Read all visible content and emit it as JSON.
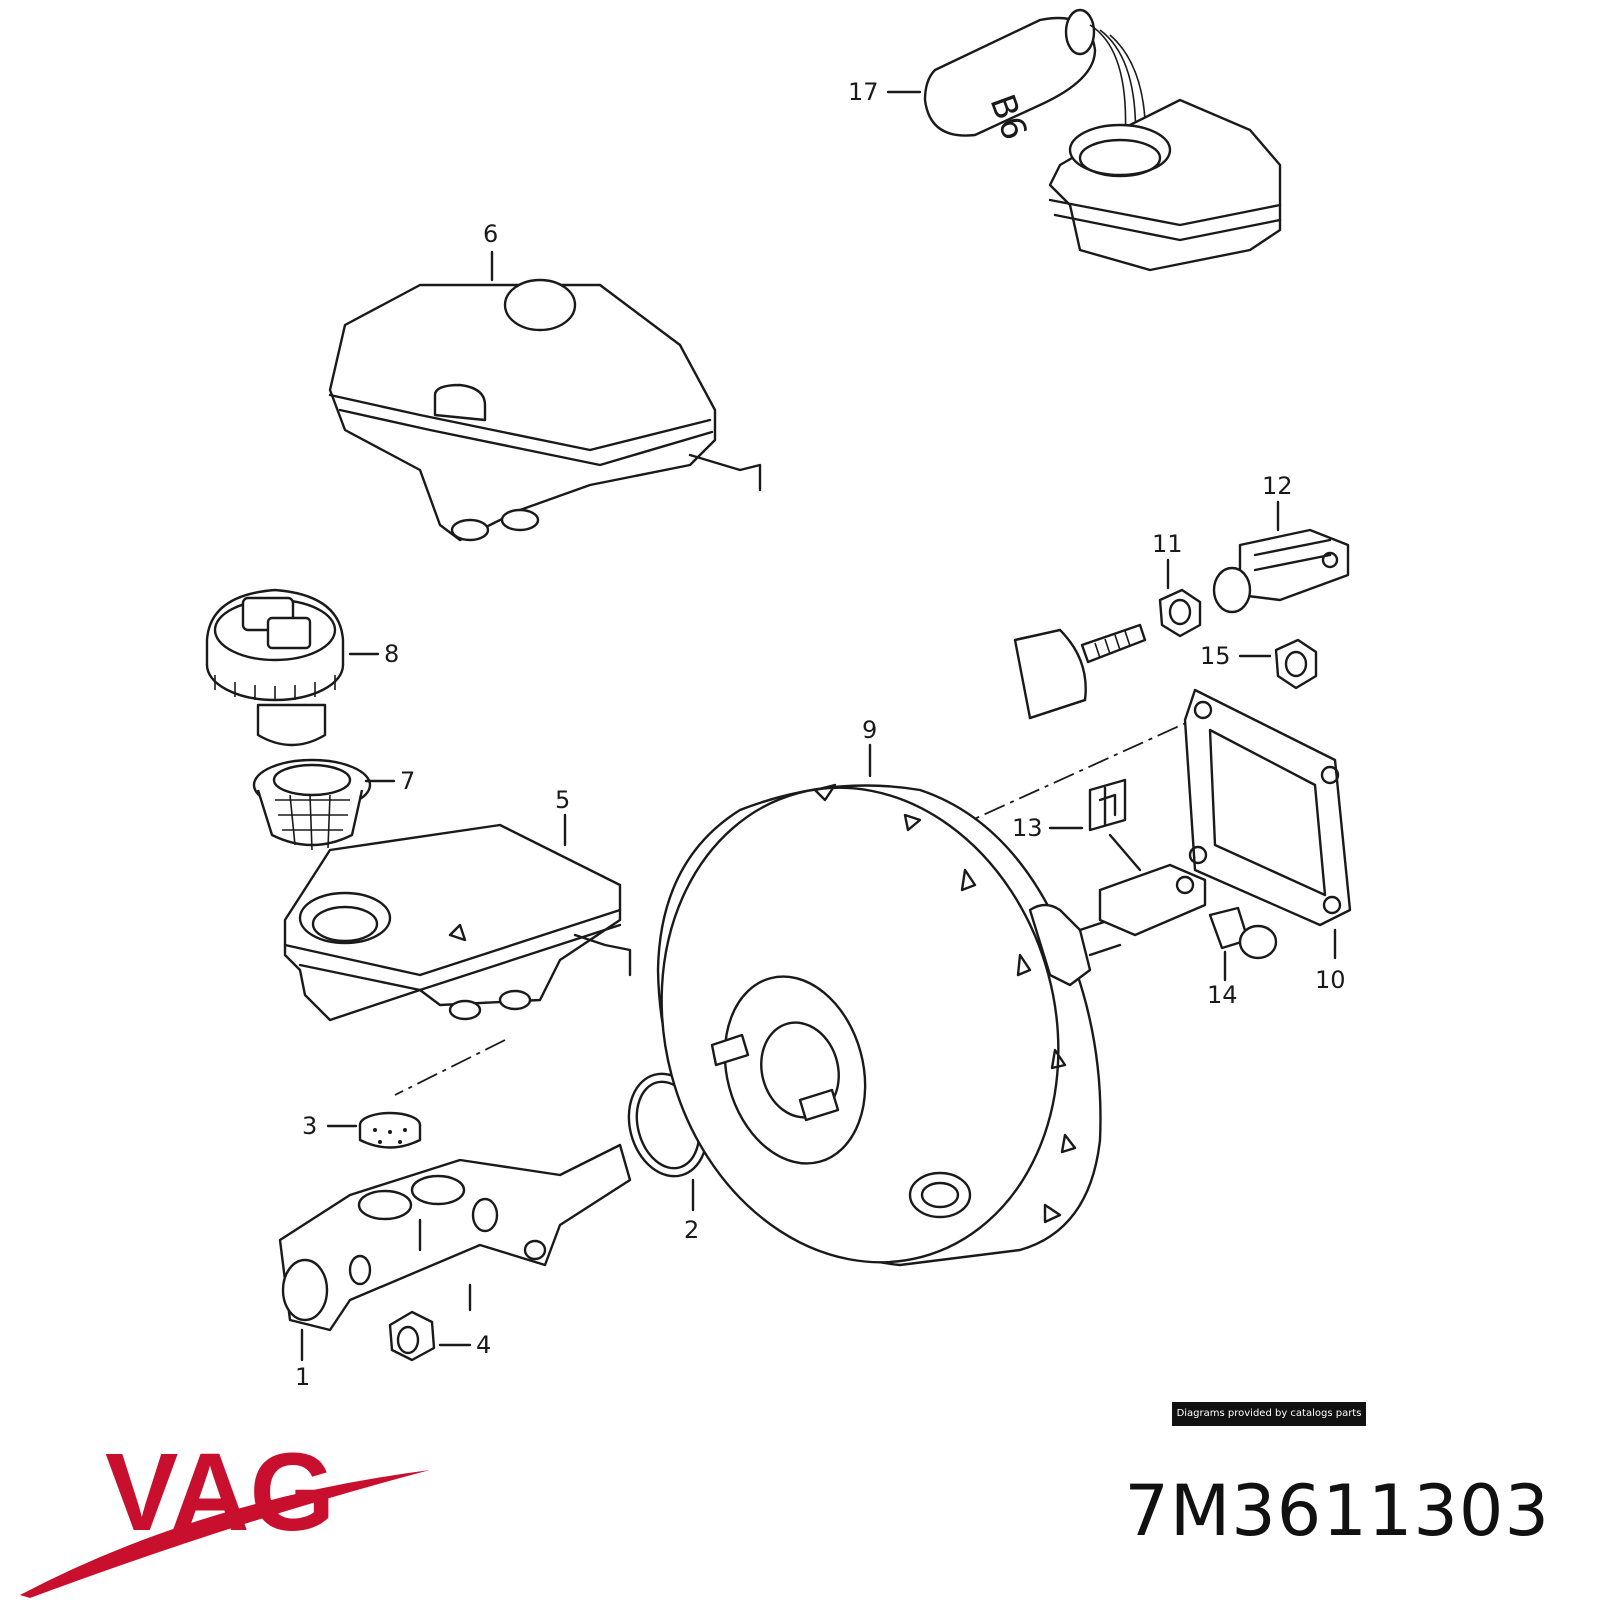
{
  "diagram": {
    "callouts": [
      {
        "id": "1",
        "label": "1"
      },
      {
        "id": "2",
        "label": "2"
      },
      {
        "id": "3",
        "label": "3"
      },
      {
        "id": "4",
        "label": "4"
      },
      {
        "id": "5",
        "label": "5"
      },
      {
        "id": "6",
        "label": "6"
      },
      {
        "id": "7",
        "label": "7"
      },
      {
        "id": "8",
        "label": "8"
      },
      {
        "id": "9",
        "label": "9"
      },
      {
        "id": "10",
        "label": "10"
      },
      {
        "id": "11",
        "label": "11"
      },
      {
        "id": "12",
        "label": "12"
      },
      {
        "id": "13",
        "label": "13"
      },
      {
        "id": "14",
        "label": "14"
      },
      {
        "id": "15",
        "label": "15"
      },
      {
        "id": "17",
        "label": "17"
      }
    ],
    "bottle_marking": "B6"
  },
  "footer": {
    "credit": "Diagrams provided by catalogs parts",
    "part_number": "7M3611303",
    "brand": "VAG",
    "brand_color": "#c8102e"
  }
}
